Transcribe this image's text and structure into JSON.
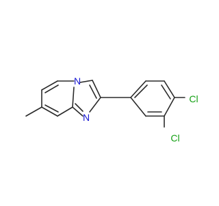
{
  "molecule": {
    "atoms": {
      "n_bridge": {
        "label": "N",
        "color": "#1414d2"
      },
      "n_imine": {
        "label": "N",
        "color": "#1414d2"
      },
      "cl_top": {
        "label": "Cl",
        "color": "#14a014"
      },
      "cl_bottom": {
        "label": "Cl",
        "color": "#14a014"
      }
    },
    "colors": {
      "carbon_bond": "#2a2a2a",
      "nitrogen": "#1414d2",
      "chlorine": "#14a014",
      "background": "#ffffff"
    }
  }
}
